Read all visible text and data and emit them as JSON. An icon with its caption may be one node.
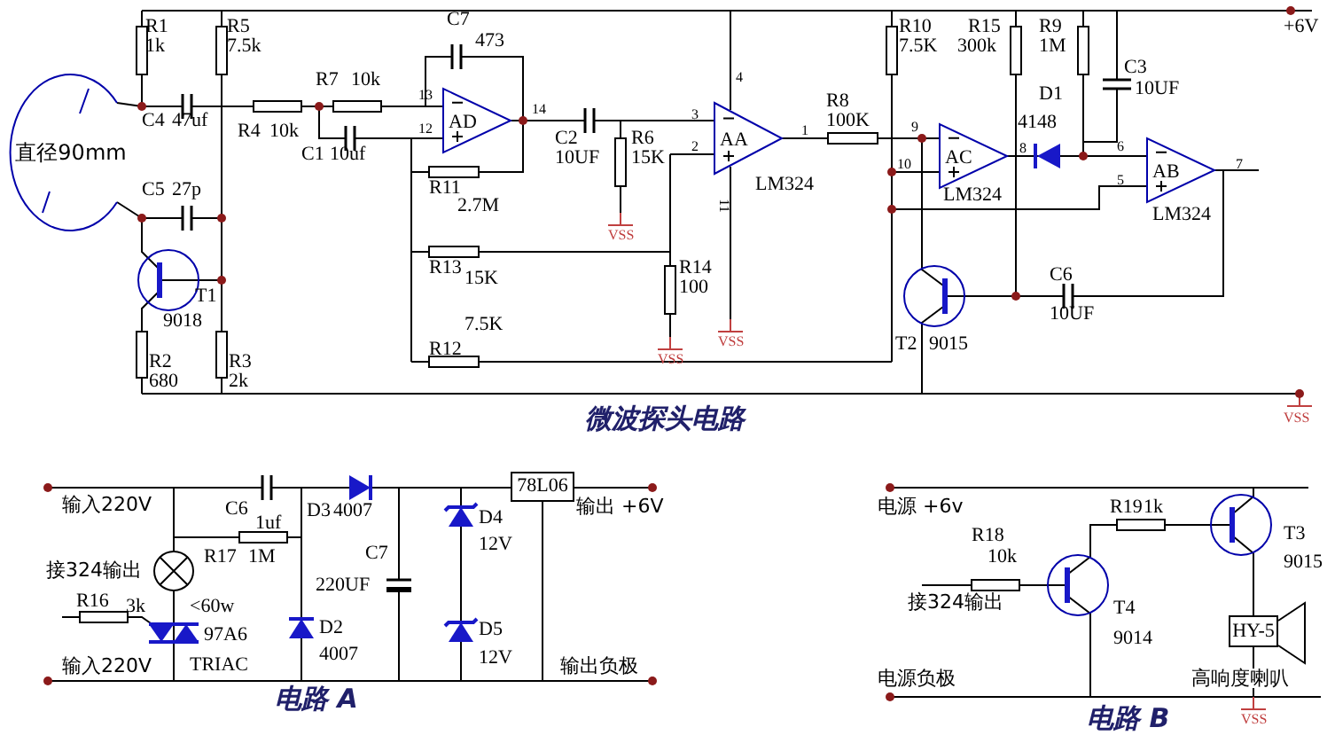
{
  "diagram": {
    "nodes": [
      {
        "text": [
          "直径90mm"
        ]
      },
      {
        "text": [
          "AD"
        ]
      },
      {
        "text": [
          "AA"
        ],
        "beside": [
          "LM324"
        ]
      },
      {
        "text": [
          "AC"
        ],
        "beside": [
          "LM324"
        ]
      },
      {
        "text": [
          "AB"
        ],
        "beside": [
          "LM324"
        ]
      },
      {
        "text": [
          "78L06"
        ]
      },
      {
        "text": [
          "HY-5"
        ]
      }
    ],
    "labels": [
      "R1",
      "1k",
      "R5",
      "7.5k",
      "C7",
      "473",
      "R7",
      "10k",
      "13",
      "C4",
      "47uf",
      "R4",
      "10k",
      "14",
      "12",
      "C1",
      "10uf",
      "C2",
      "10UF",
      "R6",
      "15K",
      "R11",
      "2.7M",
      "C5",
      "27p",
      "VSS",
      "R13",
      "15K",
      "T1",
      "9018",
      "7.5K",
      "R12",
      "R2",
      "680",
      "R3",
      "2k",
      "4",
      "3",
      "2",
      "11",
      "R14",
      "100",
      "VSS",
      "VSS",
      "1",
      "R8",
      "100K",
      "R10",
      "7.5K",
      "R15",
      "300k",
      "R9",
      "1M",
      "+6V",
      "D1",
      "C3",
      "10UF",
      "9",
      "4148",
      "10",
      "8",
      "6",
      "7",
      "5",
      "C6",
      "10UF",
      "T2",
      "9015",
      "VSS",
      "微波探头电路",
      "输入220V",
      "C6",
      "1uf",
      "D3",
      "4007",
      "输出 +6V",
      "D4",
      "12V",
      "R17",
      "1M",
      "C7",
      "220UF",
      "接324输出",
      "R16",
      "3k",
      "<60w",
      "97A6",
      "D2",
      "4007",
      "D5",
      "12V",
      "输入220V",
      "TRIAC",
      "输出负极",
      "电路 A",
      "电源 +6v",
      "R19",
      "1k",
      "R18",
      "10k",
      "T3",
      "9015",
      "接324输出",
      "T4",
      "9014",
      "电源负极",
      "高响度喇叭",
      "VSS",
      "电路 B"
    ]
  }
}
